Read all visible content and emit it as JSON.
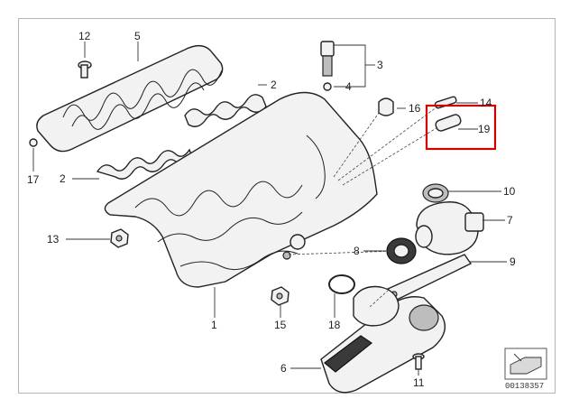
{
  "callouts": {
    "c1": "1",
    "c2a": "2",
    "c2b": "2",
    "c3": "3",
    "c4": "4",
    "c5": "5",
    "c6": "6",
    "c7": "7",
    "c8": "8",
    "c9": "9",
    "c10": "10",
    "c11": "11",
    "c12": "12",
    "c13": "13",
    "c14": "14",
    "c15": "15",
    "c16": "16",
    "c17": "17",
    "c18": "18",
    "c19": "19"
  },
  "highlight": {
    "target": "19",
    "color": "#d40000"
  },
  "doc_id": "00138357"
}
